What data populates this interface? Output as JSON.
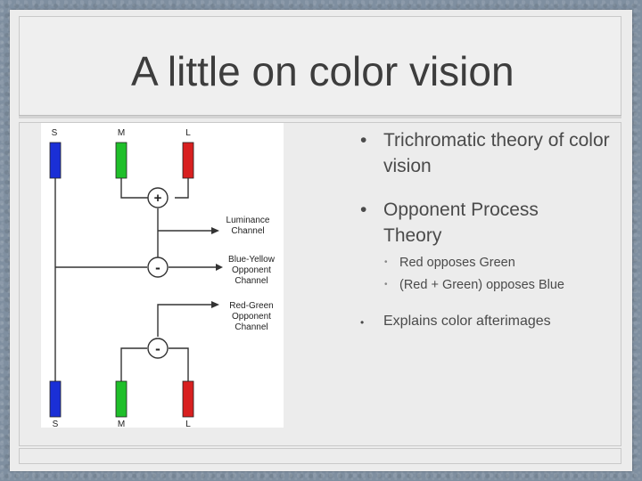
{
  "slide": {
    "title": "A little on color vision",
    "bullets": [
      {
        "marker": "•",
        "text": "Trichromatic theory of color vision"
      },
      {
        "marker": "•",
        "text": "Opponent Process Theory"
      }
    ],
    "sub_bullets": [
      {
        "marker": "•",
        "text": "Red opposes Green"
      },
      {
        "marker": "•",
        "text": "(Red + Green) opposes Blue"
      }
    ],
    "bullet3": {
      "marker": "•",
      "text": "Explains color afterimages"
    }
  },
  "diagram": {
    "top_cone_labels": [
      "S",
      "M",
      "L"
    ],
    "bottom_cone_labels": [
      "S",
      "M",
      "L"
    ],
    "cone_colors": {
      "S": "#1a2fd6",
      "M": "#1fbf2a",
      "L": "#d82020"
    },
    "plus_sign": "+",
    "minus_sign": "-",
    "channel_labels": {
      "luminance": [
        "Luminance",
        "Channel"
      ],
      "blue_yellow": [
        "Blue-Yellow",
        "Opponent",
        "Channel"
      ],
      "red_green": [
        "Red-Green",
        "Opponent",
        "Channel"
      ]
    }
  }
}
